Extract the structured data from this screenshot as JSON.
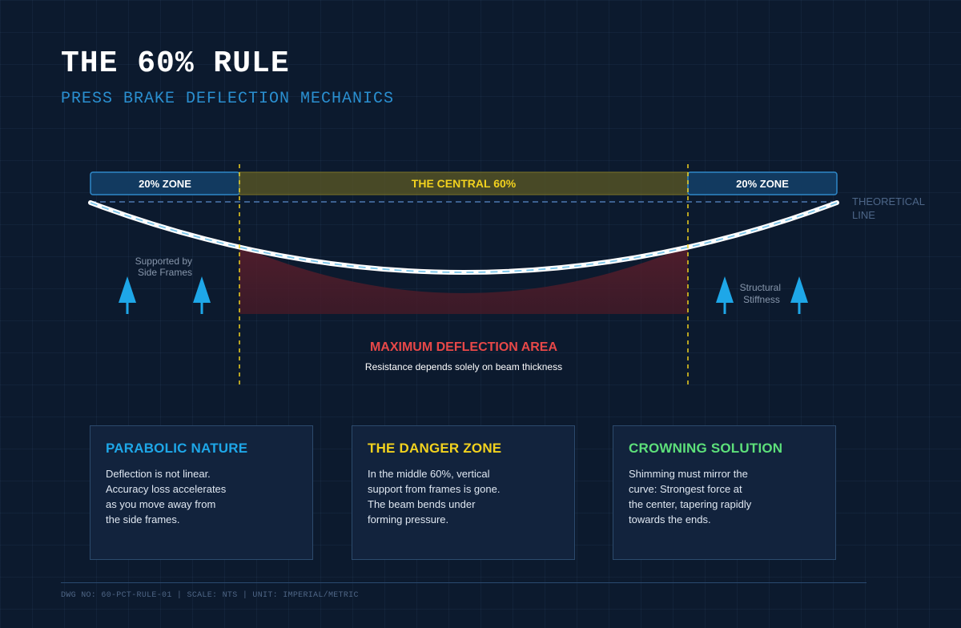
{
  "header": {
    "title": "THE 60% RULE",
    "subtitle": "PRESS BRAKE DEFLECTION MECHANICS"
  },
  "diagram": {
    "zones": {
      "left": "20% ZONE",
      "center": "THE CENTRAL 60%",
      "right": "20% ZONE"
    },
    "theoretical_line_label": [
      "THEORETICAL",
      "LINE"
    ],
    "left_support_label": [
      "Supported by",
      "Side Frames"
    ],
    "right_support_label": [
      "Structural",
      "Stiffness"
    ],
    "max_deflection_title": "MAXIMUM DEFLECTION AREA",
    "max_deflection_caption": "Resistance depends solely on beam thickness"
  },
  "cards": [
    {
      "title": "PARABOLIC NATURE",
      "color": "#1ea7e8",
      "lines": [
        "Deflection is not linear.",
        "Accuracy loss accelerates",
        "as you move away from",
        "the side frames."
      ]
    },
    {
      "title": "THE DANGER ZONE",
      "color": "#f2d21e",
      "lines": [
        "In the middle 60%, vertical",
        "support from frames is gone.",
        "The beam bends under",
        "forming pressure."
      ]
    },
    {
      "title": "CROWNING SOLUTION",
      "color": "#5de07a",
      "lines": [
        "Shimming must mirror the",
        "curve: Strongest force at",
        "the center, tapering rapidly",
        "towards the ends."
      ]
    }
  ],
  "footer": "DWG NO: 60-PCT-RULE-01 | SCALE: NTS | UNIT: IMPERIAL/METRIC",
  "colors": {
    "background": "#0c1a2e",
    "accent_blue": "#1ea7e8",
    "danger_yellow": "#f2d21e",
    "alert_red": "#e84848",
    "success_green": "#5de07a"
  }
}
